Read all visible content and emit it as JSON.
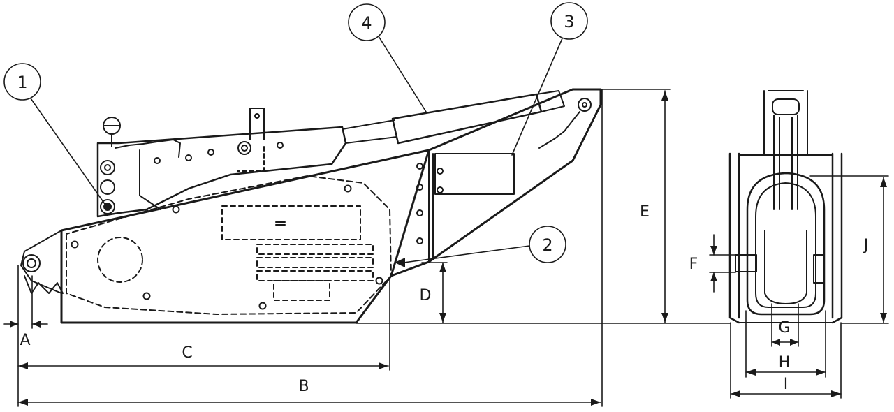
{
  "callouts": [
    "1",
    "2",
    "3",
    "4"
  ],
  "dimensions": {
    "A": "A",
    "B": "B",
    "C": "C",
    "D": "D",
    "E": "E",
    "F": "F",
    "G": "G",
    "H": "H",
    "I": "I",
    "J": "J"
  },
  "colors": {
    "stroke": "#1a1a1a",
    "background": "#ffffff"
  }
}
